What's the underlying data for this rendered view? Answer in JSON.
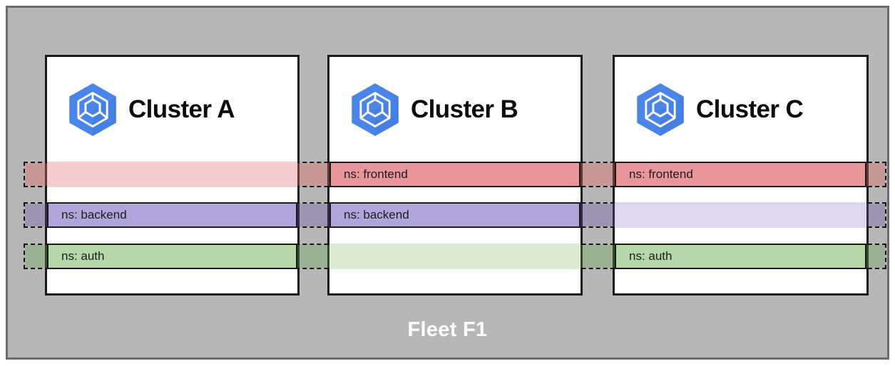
{
  "fleet": {
    "label": "Fleet F1",
    "background_color": "#b7b7b7",
    "border_color": "#6b6b6b",
    "label_color": "#ffffff"
  },
  "clusters": [
    {
      "id": "cluster-a",
      "title": "Cluster A",
      "icon": "gke-cluster-icon"
    },
    {
      "id": "cluster-b",
      "title": "Cluster B",
      "icon": "gke-cluster-icon"
    },
    {
      "id": "cluster-c",
      "title": "Cluster C",
      "icon": "gke-cluster-icon"
    }
  ],
  "namespaces": [
    {
      "key": "frontend",
      "label": "ns: frontend",
      "active_color": "#e8969b",
      "faded_color": "#f4cdce",
      "present_in": [
        "cluster-b",
        "cluster-c"
      ],
      "absent_in": [
        "cluster-a"
      ]
    },
    {
      "key": "backend",
      "label": "ns: backend",
      "active_color": "#b0a5db",
      "faded_color": "#ddd7ee",
      "present_in": [
        "cluster-a",
        "cluster-b"
      ],
      "absent_in": [
        "cluster-c"
      ]
    },
    {
      "key": "auth",
      "label": "ns: auth",
      "active_color": "#b6d7a8",
      "faded_color": "#dcebd3",
      "present_in": [
        "cluster-a",
        "cluster-c"
      ],
      "absent_in": [
        "cluster-b"
      ]
    }
  ],
  "cells": {
    "frontend": {
      "cluster_a": "",
      "cluster_b": "ns: frontend",
      "cluster_c": "ns: frontend"
    },
    "backend": {
      "cluster_a": "ns: backend",
      "cluster_b": "ns: backend",
      "cluster_c": ""
    },
    "auth": {
      "cluster_a": "ns: auth",
      "cluster_b": "",
      "cluster_c": "ns: auth"
    }
  },
  "icon_colors": {
    "hexagon_fill": "#4a86e8",
    "hexagon_shadow": "#3a74d6",
    "glyph_stroke": "#ffffff"
  }
}
